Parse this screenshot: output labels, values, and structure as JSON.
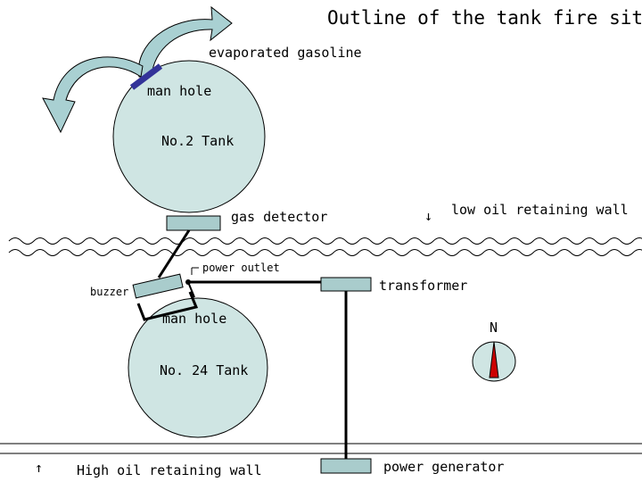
{
  "title": "Outline of the tank fire site",
  "labels": {
    "evaporated_gasoline": "evaporated gasoline",
    "man_hole_top": "man hole",
    "tank_2": "No.2 Tank",
    "gas_detector": "gas detector",
    "low_wall_arrow": "↓",
    "low_oil_wall": "low oil retaining wall",
    "power_outlet": "power outlet",
    "buzzer": "buzzer",
    "transformer": "transformer",
    "man_hole_bottom": "man hole",
    "tank_24": "No. 24 Tank",
    "compass_north": "N",
    "high_wall_arrow": "↑",
    "high_oil_wall": "High oil retaining wall",
    "power_generator": "power generator"
  },
  "colors": {
    "tank_fill": "#cfe5e3",
    "box_fill": "#a9cccc",
    "arrow_fill": "#a9d0d2",
    "manhole_blue": "#333399",
    "needle_red": "#cc0000",
    "line": "#000000"
  }
}
